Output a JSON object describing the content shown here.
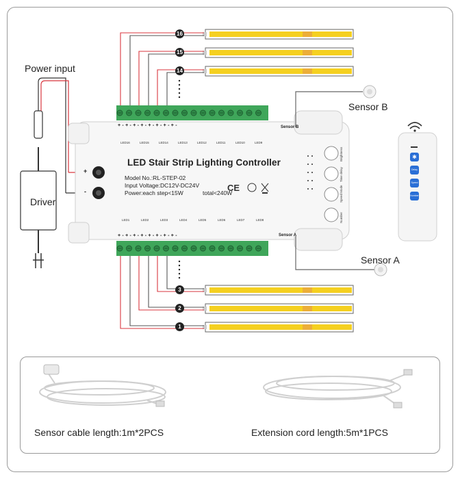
{
  "labels": {
    "power_input": "Power input",
    "driver": "Driver",
    "sensor_b": "Sensor B",
    "sensor_a": "Sensor A"
  },
  "controller": {
    "title": "LED Stair Strip Lighting Controller",
    "model": "Model No.:RL-STEP-02",
    "input_voltage": "Input Voltage:DC12V-DC24V",
    "power_step": "Power:each step<15W",
    "power_total": "total<240W",
    "port_sensor_b": "Sensor B",
    "port_sensor_a": "Sensor A",
    "top_leds": [
      "LED16",
      "LED15",
      "LED14",
      "LED13",
      "LED12",
      "LED11",
      "LED10",
      "LED9"
    ],
    "bottom_leds": [
      "LED1",
      "LED2",
      "LED3",
      "LED4",
      "LED5",
      "LED6",
      "LED7",
      "LED8"
    ],
    "buttons": [
      "Brightness",
      "Time delay",
      "Speed Mode",
      "Number"
    ],
    "polarity_top": "+  -  +  -  +  -  +  -  +  -  +  -  +  -  +  -",
    "polarity_bottom": "+  -  +  -  +  -  +  -  +  -  +  -  +  -  +  -",
    "power_pos": "+",
    "power_neg": "-"
  },
  "steps": {
    "top": [
      "16",
      "15",
      "14"
    ],
    "bottom": [
      "3",
      "2",
      "1"
    ]
  },
  "remote": {
    "buttons": [
      "✱",
      "Delay",
      "Speed Mode",
      "Number"
    ]
  },
  "accessories": {
    "sensor_cable": "Sensor cable length:1m*2PCS",
    "extension_cord": "Extension cord length:5m*1PCS"
  },
  "colors": {
    "strip": "#f5d020",
    "terminal": "#3fa65a",
    "wire_red": "#d9363e",
    "wire_black": "#555555",
    "button_blue": "#2a6fd6"
  }
}
